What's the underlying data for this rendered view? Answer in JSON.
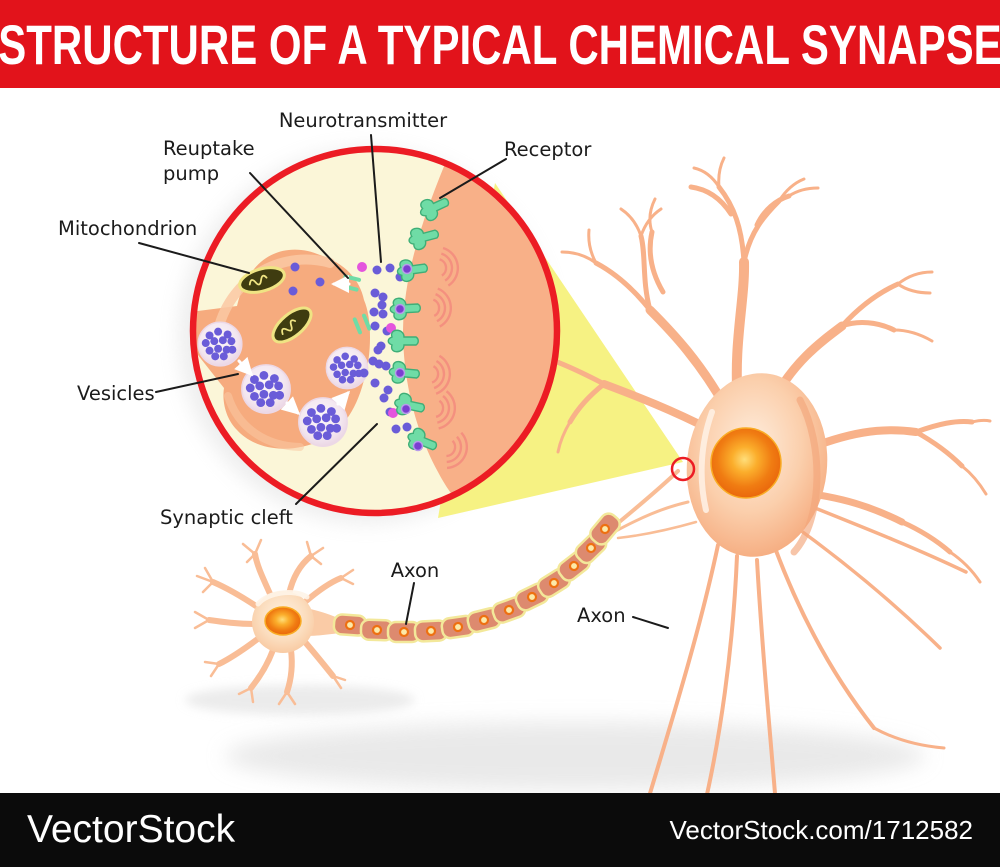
{
  "header": {
    "title": "STRUCTURE OF A TYPICAL CHEMICAL SYNAPSE"
  },
  "diagram": {
    "labels": {
      "neurotransmitter": "Neurotransmitter",
      "reuptake_line1": "Reuptake",
      "reuptake_line2": "pump",
      "mitochondrion": "Mitochondrion",
      "vesicles": "Vesicles",
      "receptor": "Receptor",
      "synaptic_cleft": "Synaptic cleft",
      "axon_myelinated": "Axon",
      "axon_main": "Axon"
    }
  },
  "footer": {
    "brand": "VectorStock",
    "credit": "VectorStock.com/1712582"
  },
  "colors": {
    "header_red": "#e2131b",
    "footer_black": "#0b0b0b",
    "label_black": "#1b1b1b",
    "ring_red": "#ec1c24",
    "circle_cream": "#fbf6d8",
    "presynaptic_salmon": "#f6ab7e",
    "presynaptic_highlight": "#fac8a3",
    "postsynaptic_salmon": "#f8b088",
    "receptor_green": "#6fdca6",
    "receptor_green_dark": "#3fae77",
    "nt_purple": "#6a5cd8",
    "nt_magenta": "#e455dd",
    "mito_dark": "#3f3c10",
    "mito_yellow": "#efe483",
    "beam_yellow": "#f6f17c",
    "neuron_salmon": "#f8b189",
    "myelin_fill": "#dd8a6f",
    "myelin_stroke": "#f3e89a",
    "ripple": "#f2837c",
    "shadow_gray": "#d8d8d8"
  }
}
